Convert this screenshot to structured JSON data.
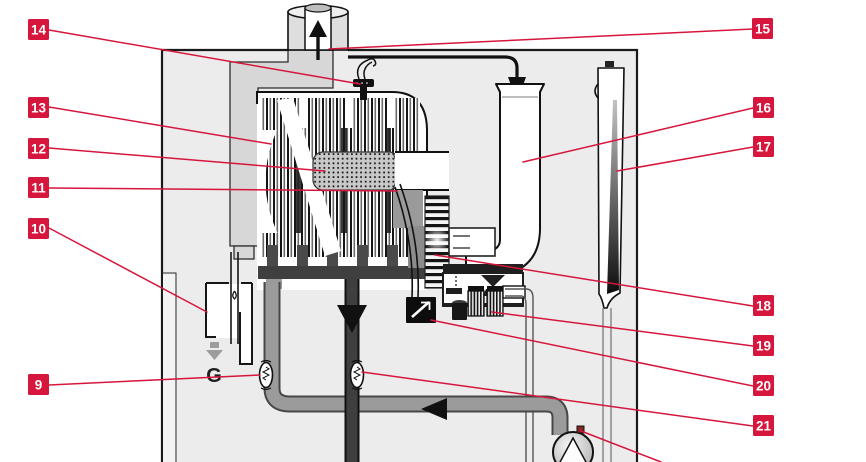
{
  "figure": {
    "type": "boiler-cutaway-technical-diagram",
    "gas_label": "G",
    "accent_color": "#d6163c",
    "case_color": "#ececec",
    "background": "#ffffff"
  },
  "icons": {
    "exhaust_arrow": "up-arrow",
    "air_intake_arrow": "down-arrow",
    "return_flow_arrow": "left-arrow",
    "electric_connector": "lightning",
    "condensate": "droplet",
    "gas_flow": "down-triangle"
  },
  "callouts": {
    "9": {
      "label": "9"
    },
    "10": {
      "label": "10"
    },
    "11": {
      "label": "11"
    },
    "12": {
      "label": "12"
    },
    "13": {
      "label": "13"
    },
    "14": {
      "label": "14"
    },
    "15": {
      "label": "15"
    },
    "16": {
      "label": "16"
    },
    "17": {
      "label": "17"
    },
    "18": {
      "label": "18"
    },
    "19": {
      "label": "19"
    },
    "20": {
      "label": "20"
    },
    "21": {
      "label": "21"
    }
  }
}
